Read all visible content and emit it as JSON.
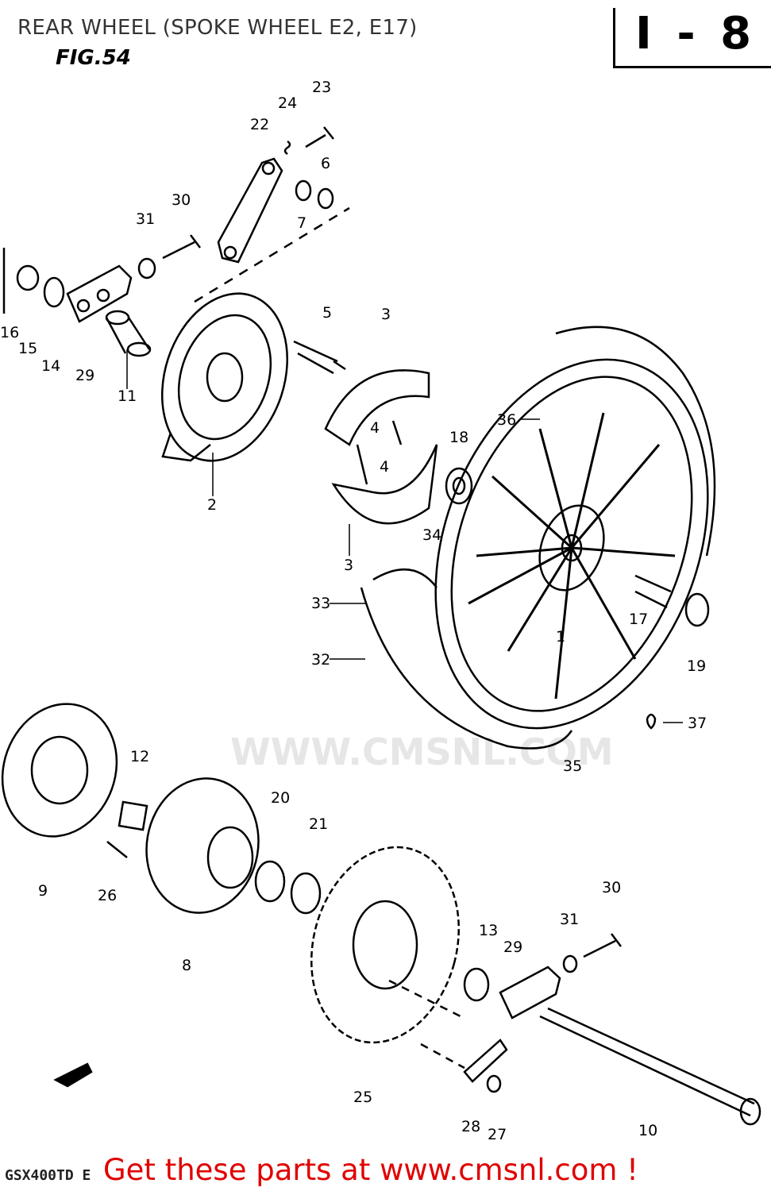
{
  "title": "REAR WHEEL (SPOKE WHEEL E2, E17)",
  "figure": "FIG.54",
  "page_code": "I - 8",
  "watermark": "WWW.CMSNL.COM",
  "model_code": "GSX400TD E",
  "banner": "Get these parts at www.cmsnl.com !",
  "callouts": [
    "1",
    "2",
    "3",
    "3",
    "4",
    "4",
    "5",
    "6",
    "7",
    "8",
    "9",
    "10",
    "11",
    "12",
    "13",
    "14",
    "15",
    "16",
    "17",
    "18",
    "19",
    "20",
    "21",
    "22",
    "23",
    "24",
    "25",
    "26",
    "27",
    "28",
    "29",
    "29",
    "30",
    "30",
    "31",
    "31",
    "32",
    "33",
    "34",
    "35",
    "36",
    "37"
  ],
  "colors": {
    "ink": "#000000",
    "banner": "#e00000",
    "watermark": "#e6e6e6"
  }
}
